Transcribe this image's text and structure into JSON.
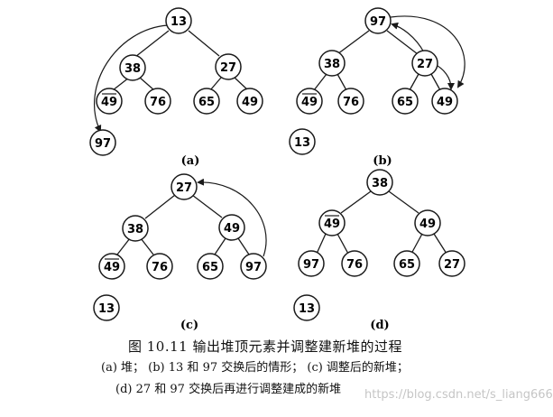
{
  "diagrams": [
    {
      "label": "(a)",
      "nodes": [
        {
          "key": "a-r",
          "value": "13",
          "overline": false
        },
        {
          "key": "a-l",
          "value": "38",
          "overline": false
        },
        {
          "key": "a-rr",
          "value": "27",
          "overline": false
        },
        {
          "key": "a-ll",
          "value": "49",
          "overline": true
        },
        {
          "key": "a-lr",
          "value": "76",
          "overline": false
        },
        {
          "key": "a-rl",
          "value": "65",
          "overline": false
        },
        {
          "key": "a-rrr",
          "value": "49",
          "overline": false
        },
        {
          "key": "a-x",
          "value": "97",
          "overline": false
        }
      ]
    },
    {
      "label": "(b)",
      "nodes": [
        {
          "key": "b-r",
          "value": "97",
          "overline": false
        },
        {
          "key": "b-l",
          "value": "38",
          "overline": false
        },
        {
          "key": "b-rr",
          "value": "27",
          "overline": false
        },
        {
          "key": "b-ll",
          "value": "49",
          "overline": true
        },
        {
          "key": "b-lr",
          "value": "76",
          "overline": false
        },
        {
          "key": "b-rl",
          "value": "65",
          "overline": false
        },
        {
          "key": "b-rrr",
          "value": "49",
          "overline": false
        },
        {
          "key": "b-x",
          "value": "13",
          "overline": false
        }
      ]
    },
    {
      "label": "(c)",
      "nodes": [
        {
          "key": "c-r",
          "value": "27",
          "overline": false
        },
        {
          "key": "c-l",
          "value": "38",
          "overline": false
        },
        {
          "key": "c-rr",
          "value": "49",
          "overline": false
        },
        {
          "key": "c-ll",
          "value": "49",
          "overline": true
        },
        {
          "key": "c-lr",
          "value": "76",
          "overline": false
        },
        {
          "key": "c-rl",
          "value": "65",
          "overline": false
        },
        {
          "key": "c-rrr",
          "value": "97",
          "overline": false
        },
        {
          "key": "c-x",
          "value": "13",
          "overline": false
        }
      ]
    },
    {
      "label": "(d)",
      "nodes": [
        {
          "key": "d-r",
          "value": "38",
          "overline": false
        },
        {
          "key": "d-l",
          "value": "49",
          "overline": true
        },
        {
          "key": "d-rr",
          "value": "49",
          "overline": false
        },
        {
          "key": "d-ll",
          "value": "97",
          "overline": false
        },
        {
          "key": "d-lr",
          "value": "76",
          "overline": false
        },
        {
          "key": "d-rl",
          "value": "65",
          "overline": false
        },
        {
          "key": "d-rrr",
          "value": "27",
          "overline": false
        },
        {
          "key": "d-x",
          "value": "13",
          "overline": false
        }
      ]
    }
  ],
  "caption": {
    "title": "图 10.11    输出堆顶元素并调整建新堆的过程",
    "line1": "(a) 堆； (b) 13 和 97 交换后的情形； (c) 调整后的新堆；",
    "line2": "(d) 27 和 97 交换后再进行调整建成的新堆"
  },
  "watermark": "https://blog.csdn.net/s_liang666",
  "colors": {
    "ink": "#1a1a1a",
    "background": "#ffffff"
  }
}
